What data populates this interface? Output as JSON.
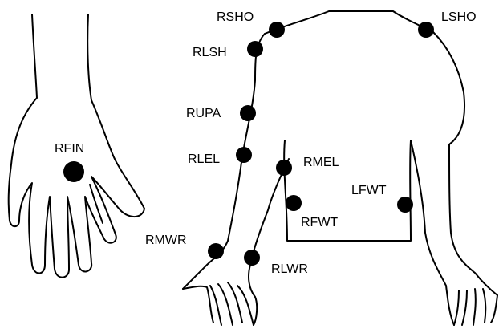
{
  "colors": {
    "outline": "#000000",
    "marker": "#000000",
    "background": "#ffffff"
  },
  "markers": {
    "rfin": {
      "label": "RFIN"
    },
    "rsho": {
      "label": "RSHO"
    },
    "lsho": {
      "label": "LSHO"
    },
    "rlsh": {
      "label": "RLSH"
    },
    "rupa": {
      "label": "RUPA"
    },
    "rlel": {
      "label": "RLEL"
    },
    "rmel": {
      "label": "RMEL"
    },
    "lfwt": {
      "label": "LFWT"
    },
    "rfwt": {
      "label": "RFWT"
    },
    "rmwr": {
      "label": "RMWR"
    },
    "rlwr": {
      "label": "RLWR"
    }
  }
}
